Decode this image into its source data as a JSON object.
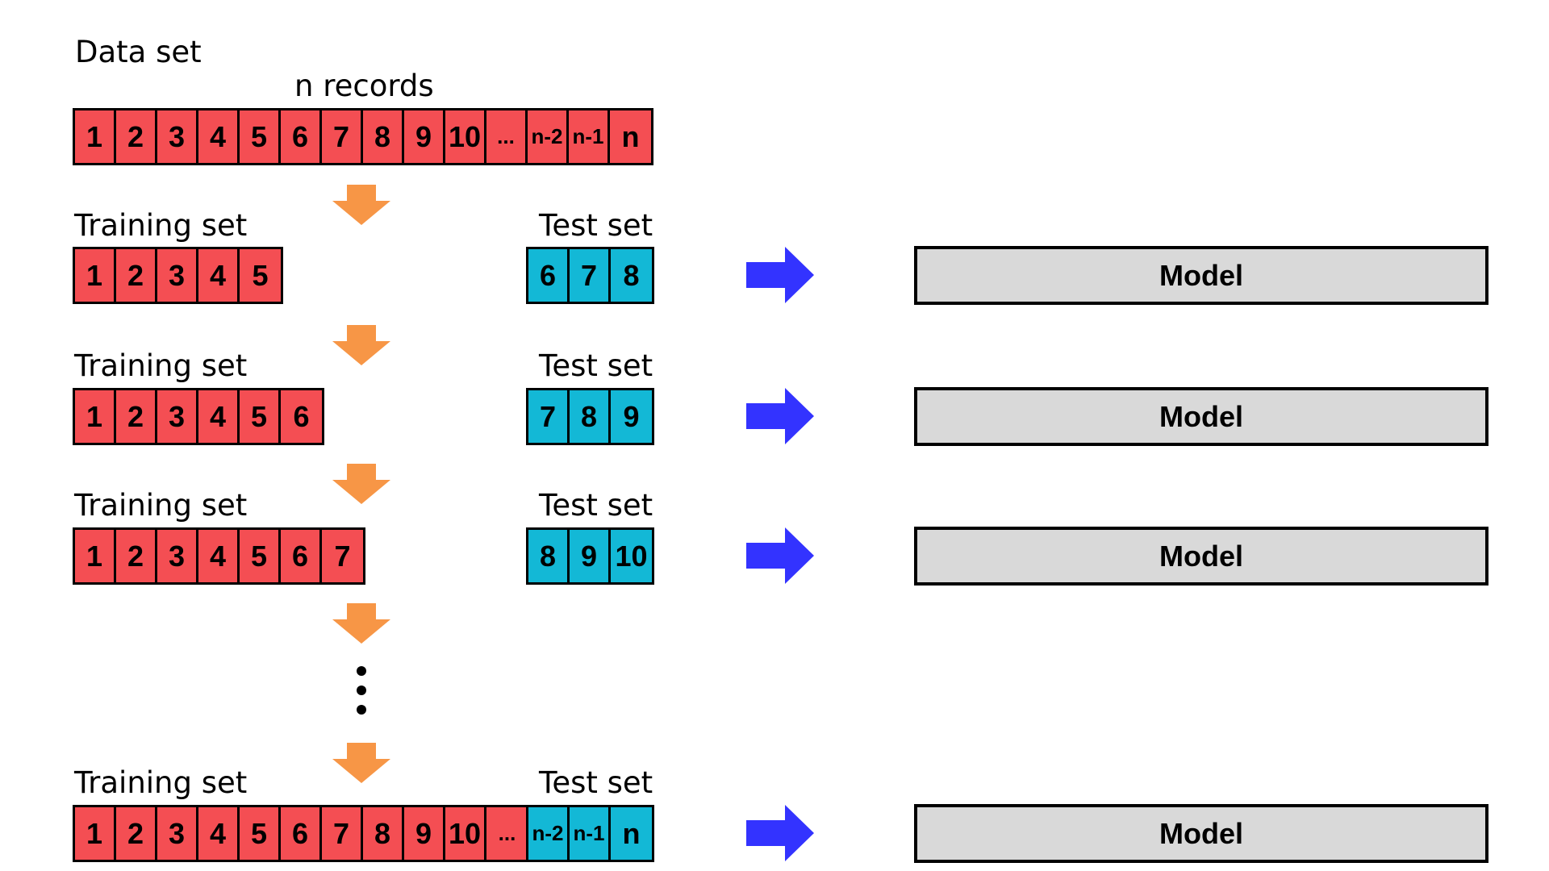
{
  "dataset": {
    "title": "Data set",
    "subtitle": "n records",
    "cells": [
      "1",
      "2",
      "3",
      "4",
      "5",
      "6",
      "7",
      "8",
      "9",
      "10",
      "...",
      "n-2",
      "n-1",
      "n"
    ]
  },
  "folds": [
    {
      "training_label": "Training set",
      "test_label": "Test set",
      "train_cells": [
        "1",
        "2",
        "3",
        "4",
        "5"
      ],
      "test_cells": [
        "6",
        "7",
        "8"
      ],
      "model_label": "Model"
    },
    {
      "training_label": "Training set",
      "test_label": "Test set",
      "train_cells": [
        "1",
        "2",
        "3",
        "4",
        "5",
        "6"
      ],
      "test_cells": [
        "7",
        "8",
        "9"
      ],
      "model_label": "Model"
    },
    {
      "training_label": "Training set",
      "test_label": "Test set",
      "train_cells": [
        "1",
        "2",
        "3",
        "4",
        "5",
        "6",
        "7"
      ],
      "test_cells": [
        "8",
        "9",
        "10"
      ],
      "model_label": "Model"
    },
    {
      "training_label": "Training set",
      "test_label": "Test set",
      "train_cells": [
        "1",
        "2",
        "3",
        "4",
        "5",
        "6",
        "7",
        "8",
        "9",
        "10",
        "..."
      ],
      "test_cells": [
        "n-2",
        "n-1",
        "n"
      ],
      "model_label": "Model"
    }
  ],
  "colors": {
    "training_cell": "#f44e53",
    "test_cell": "#13b8d6",
    "model_box": "#d9d9d9",
    "down_arrow": "#f79646",
    "right_arrow": "#3333ff"
  },
  "icons": {
    "down_arrow": "down-arrow-icon",
    "right_arrow": "right-arrow-icon",
    "continuation": "vertical-ellipsis-icon"
  }
}
